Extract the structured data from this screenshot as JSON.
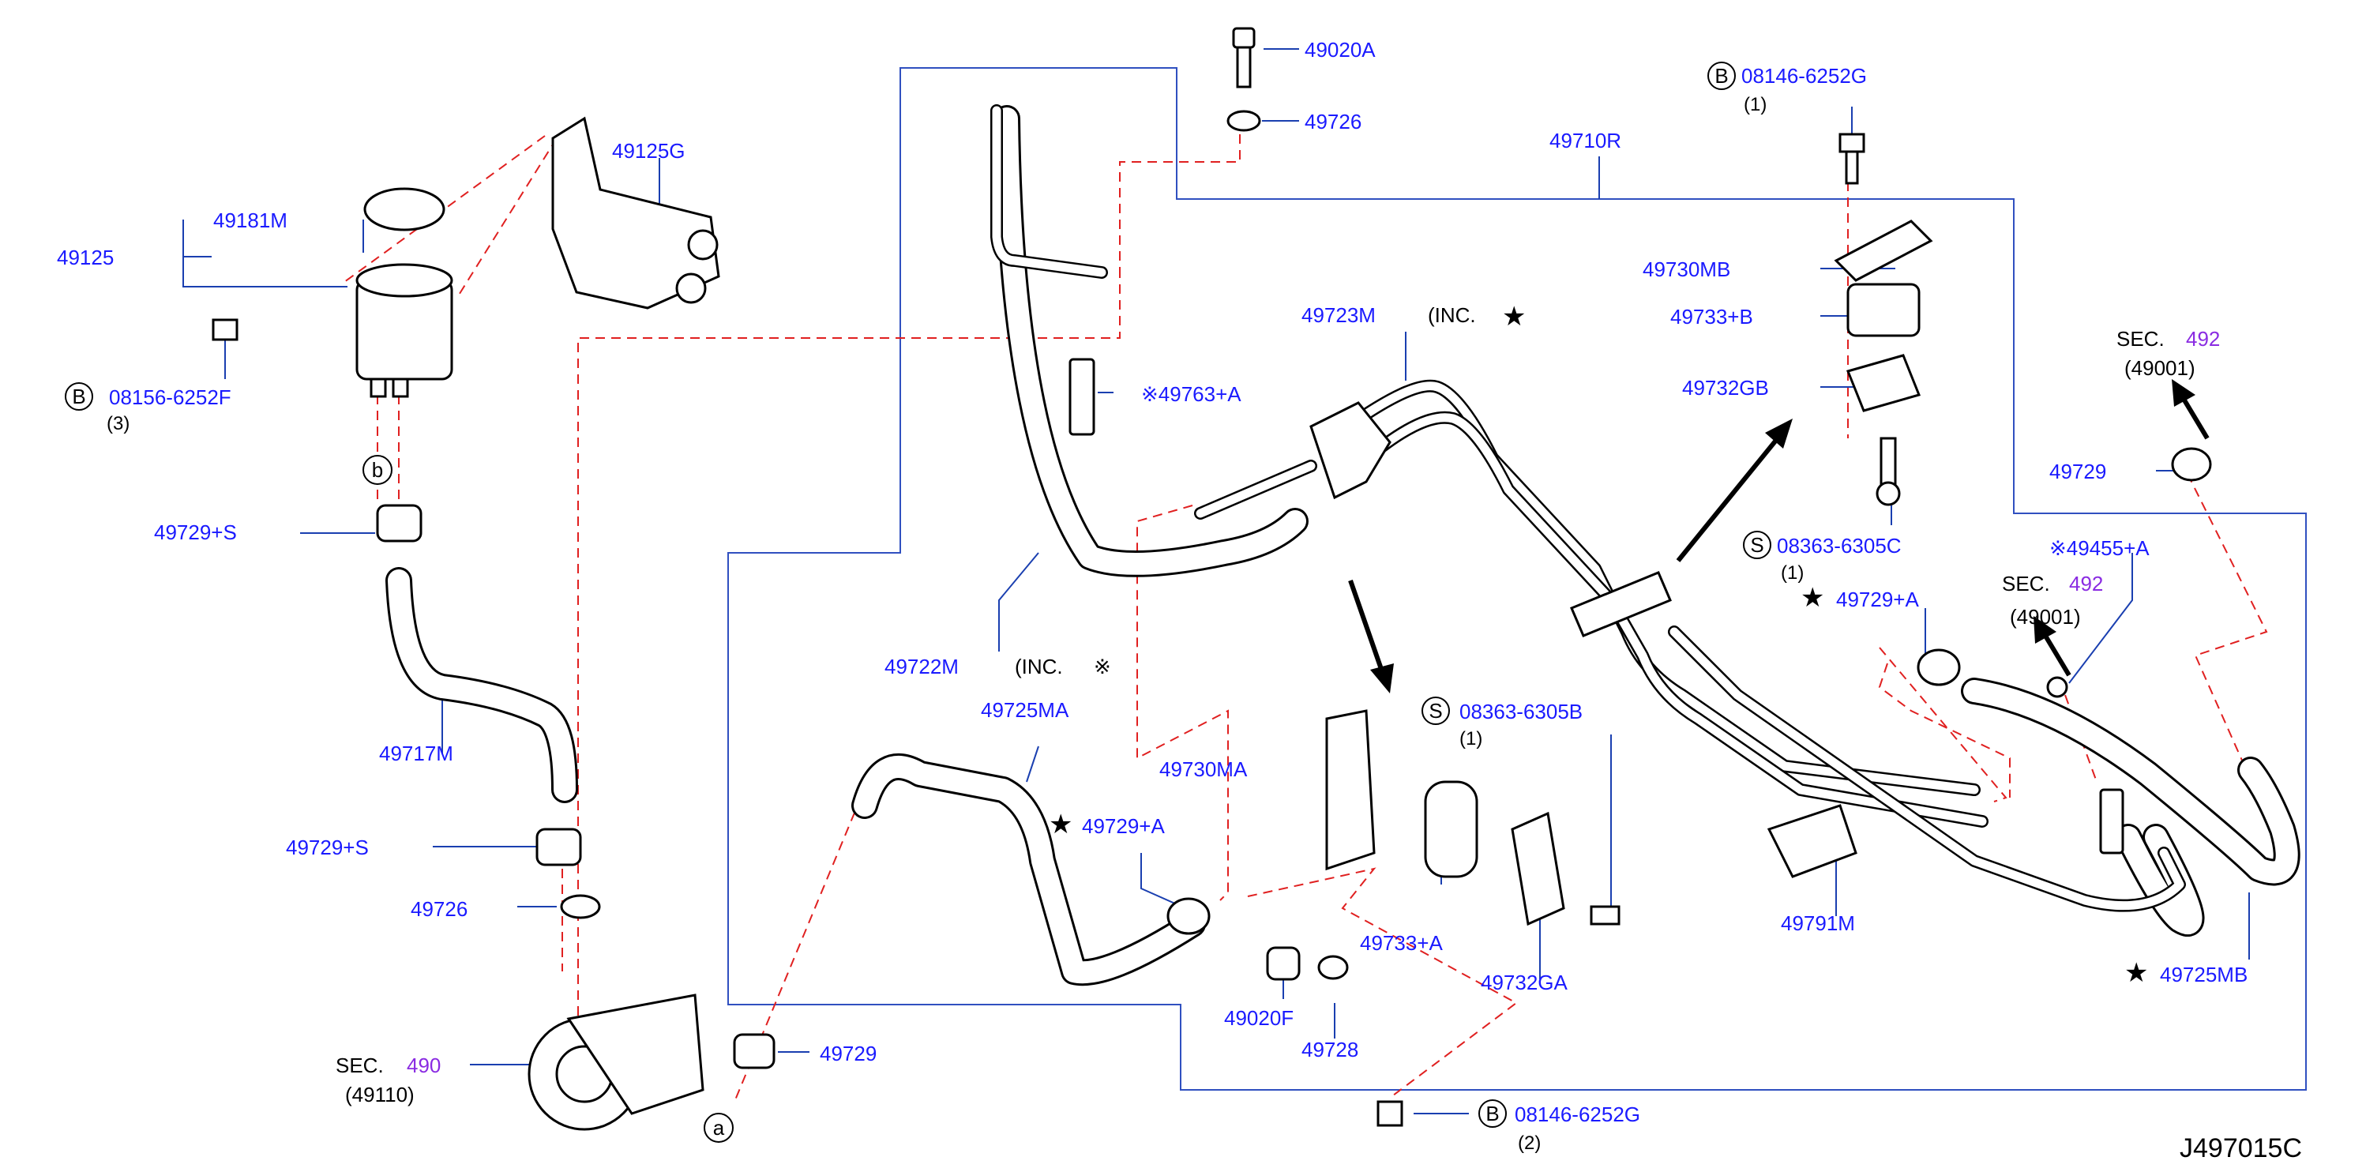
{
  "labels": {
    "p49020A": "49020A",
    "p49726_top": "49726",
    "p49710R": "49710R",
    "p08146_6252G_top": "08146-6252G",
    "qty1_top": "(1)",
    "p49125G": "49125G",
    "p49181M": "49181M",
    "p49125": "49125",
    "p08156_6252F": "08156-6252F",
    "qty3": "(3)",
    "p49730MB": "49730MB",
    "p49733B": "49733+B",
    "p49732GB": "49732GB",
    "p49723M": "49723M",
    "inc_star": "(INC.",
    "p49763A": "※49763+A",
    "sec492_a": "492",
    "sec_word_a": "SEC.",
    "p49001_a": "(49001)",
    "p49729_r": "49729",
    "p08363_6305C": "08363-6305C",
    "qty1_c": "(1)",
    "p49455A": "※49455+A",
    "p49729A_r": "49729+A",
    "sec492_b": "492",
    "sec_word_b": "SEC.",
    "p49001_b": "(49001)",
    "p49729S_top": "49729+S",
    "p49722M": "49722M",
    "inc_ref": "(INC.",
    "p49725MA": "49725MA",
    "p49717M": "49717M",
    "p49730MA": "49730MA",
    "p08363_6305B": "08363-6305B",
    "qty1_b": "(1)",
    "p49729S_low": "49729+S",
    "p49729A_l": "49729+A",
    "p49726_low": "49726",
    "p49733A": "49733+A",
    "p49791M": "49791M",
    "p49732GA": "49732GA",
    "p49725MB": "49725MB",
    "p49020F": "49020F",
    "p49728": "49728",
    "sec490": "490",
    "sec_word_c": "SEC.",
    "p49110": "(49110)",
    "p49729_l": "49729",
    "p08146_6252G_bot": "08146-6252G",
    "qty2": "(2)",
    "diagram_code": "J497015C"
  },
  "markers": {
    "b_circle": "b",
    "a_circle": "a",
    "B_symbol": "B",
    "S_symbol": "S"
  },
  "colors": {
    "label_blue": "#1a1aff",
    "section_purple": "#8a2be2",
    "dash_red": "#e02020",
    "frame_blue": "#3050c0"
  }
}
